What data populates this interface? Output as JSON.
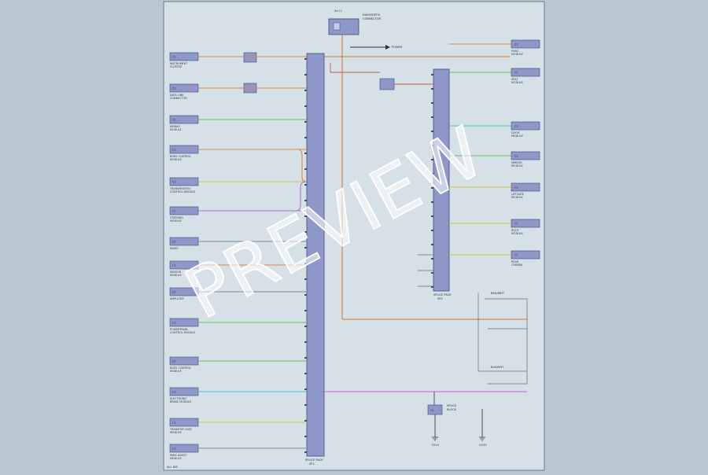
{
  "watermark": "PREVIEW",
  "colors": {
    "background": "#b9c8d1",
    "sheet": "#d6e0e7",
    "sheet_border": "#6c7a8e",
    "connector_fill": "#8e97c7",
    "connector_stroke": "#3f4a7c",
    "wire_orange": "#d3884d",
    "wire_green": "#5fc257",
    "wire_purple": "#a777c9",
    "wire_yellow": "#c9c54a",
    "wire_cyan": "#4fc2cc",
    "wire_magenta": "#cf5fd6",
    "wire_gray": "#7c8896",
    "wire_black": "#2b3038",
    "wire_red": "#c9574a"
  },
  "diagram": {
    "top_module": {
      "ref": "X4 C1",
      "lines": [
        "DIAGNOSTIC",
        "CONNECTOR"
      ]
    },
    "power_label": "POWER",
    "left_modules": [
      {
        "ref": "C1",
        "name": [
          "INSTRUMENT",
          "CLUSTER"
        ]
      },
      {
        "ref": "C2",
        "name": [
          "DATA LINK",
          "CONNECTOR"
        ]
      },
      {
        "ref": "C1",
        "name": [
          "AIRBAG",
          "MODULE"
        ]
      },
      {
        "ref": "C1",
        "name": [
          "BODY CONTROL",
          "MODULE"
        ]
      },
      {
        "ref": "C2",
        "name": [
          "TRANSMISSION",
          "CONTROL MODULE"
        ]
      },
      {
        "ref": "C1",
        "name": [
          "STEERING",
          "MODULE"
        ]
      },
      {
        "ref": "C1",
        "name": [
          "RADIO",
          ""
        ]
      },
      {
        "ref": "C1",
        "name": [
          "SENSOR",
          "MODULE"
        ]
      },
      {
        "ref": "C1",
        "name": [
          "AMPLIFIER",
          ""
        ]
      },
      {
        "ref": "C1",
        "name": [
          "POWERTRAIN",
          "CONTROL MODULE"
        ]
      },
      {
        "ref": "C1",
        "name": [
          "BODY CONTROL",
          "MODULE"
        ]
      },
      {
        "ref": "C2",
        "name": [
          "ELECTRONIC",
          "BRAKE MODULE"
        ]
      },
      {
        "ref": "C1",
        "name": [
          "TRANSFER CASE",
          "MODULE"
        ]
      },
      {
        "ref": "C1",
        "name": [
          "PARK ASSIST",
          "MODULE"
        ]
      }
    ],
    "right_modules": [
      {
        "ref": "C1",
        "name": [
          "HVAC",
          "MODULE"
        ]
      },
      {
        "ref": "C1",
        "name": [
          "SEAT",
          "MODULE"
        ]
      },
      {
        "ref": "C1",
        "name": [
          "DOOR",
          "MODULE"
        ]
      },
      {
        "ref": "C1",
        "name": [
          "MIRROR",
          "MODULE"
        ]
      },
      {
        "ref": "C1",
        "name": [
          "LIFTGATE",
          "MODULE"
        ]
      },
      {
        "ref": "C1",
        "name": [
          "ROOF",
          "MODULE"
        ]
      },
      {
        "ref": "C1",
        "name": [
          "REAR",
          "CAMERA"
        ]
      }
    ],
    "main_connector": {
      "ref": "SPLICE PACK",
      "sub": "SP1"
    },
    "second_connector": {
      "ref": "SPLICE PACK",
      "sub": "SP2"
    },
    "bottom_connector": {
      "ref": "C1",
      "name": [
        "SPLICE",
        "BLOCK"
      ]
    },
    "ground_labels": [
      "G101",
      "G102"
    ],
    "footer_left": "ALL DIR",
    "side_wire_labels": [
      "RED/WHT",
      "BLK/WHT"
    ]
  }
}
